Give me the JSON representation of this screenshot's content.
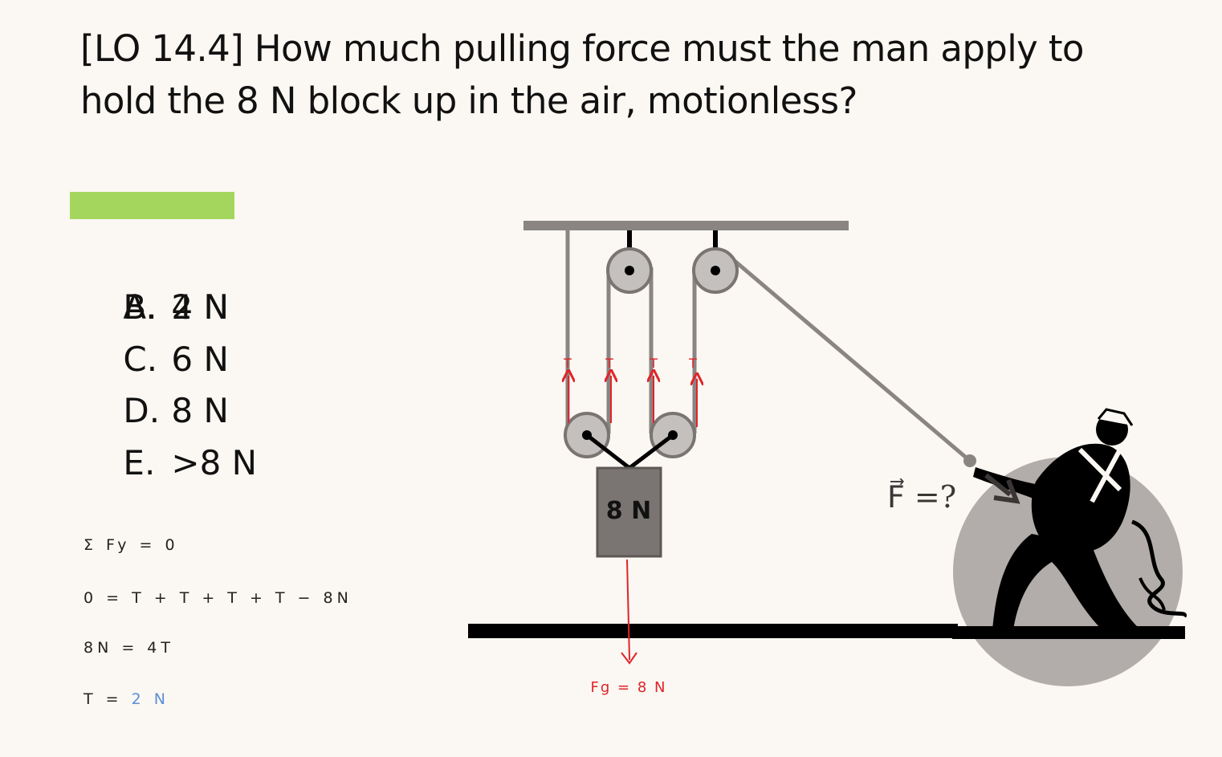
{
  "question": "[LO 14.4] How much pulling force must the man apply to hold the 8 N block up in the air, motionless?",
  "options": [
    {
      "letter": "A.",
      "text": "2 N",
      "highlighted": true
    },
    {
      "letter": "B.",
      "text": "4 N",
      "highlighted": false
    },
    {
      "letter": "C.",
      "text": "6 N",
      "highlighted": false
    },
    {
      "letter": "D.",
      "text": "8 N",
      "highlighted": false
    },
    {
      "letter": "E.",
      "text": ">8 N",
      "highlighted": false
    }
  ],
  "work": {
    "line1": "Σ Fy = 0",
    "line2": "0 = T + T + T + T − 8N",
    "line3": "8N = 4T",
    "line4_label": "T = ",
    "line4_answer": "2 N"
  },
  "diagram": {
    "block_label": "8 N",
    "tension_labels": [
      "T",
      "T",
      "T",
      "T"
    ],
    "gravity_label": "Fg = 8 N",
    "force_label": "F⃗ =?"
  },
  "colors": {
    "background": "#fbf7f2",
    "highlight": "#a4d65e",
    "annotation_red": "#e0242a",
    "annotation_blue": "#5b8fd8",
    "rope": "#8a8583",
    "pulley": "#c4c0bd",
    "block": "#7a7472"
  }
}
